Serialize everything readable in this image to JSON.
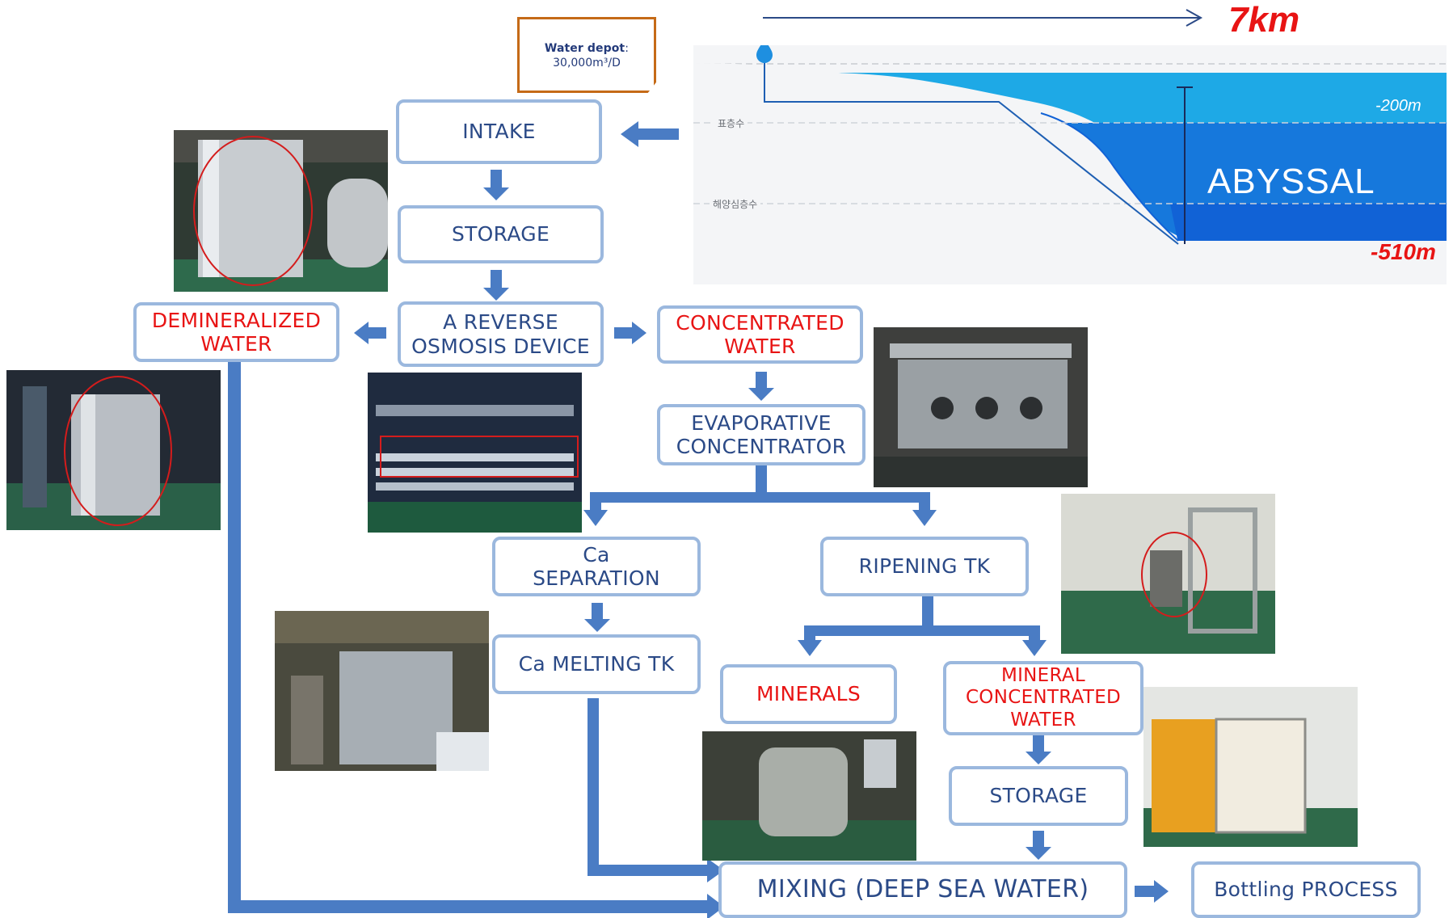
{
  "depot": {
    "title": "Water depot",
    "colon": ":",
    "capacity": "30,000m³/D"
  },
  "distance_label": "7km",
  "sea": {
    "zone_label": "ABYSSAL",
    "depth_surface": "-200m",
    "depth_deep": "-510m",
    "layer_surface": "표층수",
    "layer_deep": "해양심층수"
  },
  "boxes": {
    "intake": "INTAKE",
    "storage1": "STORAGE",
    "ro_device": "A REVERSE\nOSMOSIS DEVICE",
    "demineralized": "DEMINERALIZED\nWATER",
    "concentrated": "CONCENTRATED\nWATER",
    "evaporative": "EVAPORATIVE\nCONCENTRATOR",
    "ca_separation": "Ca\nSEPARATION",
    "ripening": "RIPENING TK",
    "ca_melting": "Ca MELTING TK",
    "minerals": "MINERALS",
    "mineral_concentrated": "MINERAL\nCONCENTRATED\nWATER",
    "storage2": "STORAGE",
    "mixing": "MIXING (DEEP SEA WATER)",
    "bottling": "Bottling PROCESS"
  },
  "colors": {
    "arrow": "#4a7cc4",
    "box_border": "#9bb8de",
    "box_text": "#2b4a87",
    "highlight_text": "#e81414",
    "sea_light": "#1ea9e6",
    "sea_deep": "#1162d6"
  }
}
